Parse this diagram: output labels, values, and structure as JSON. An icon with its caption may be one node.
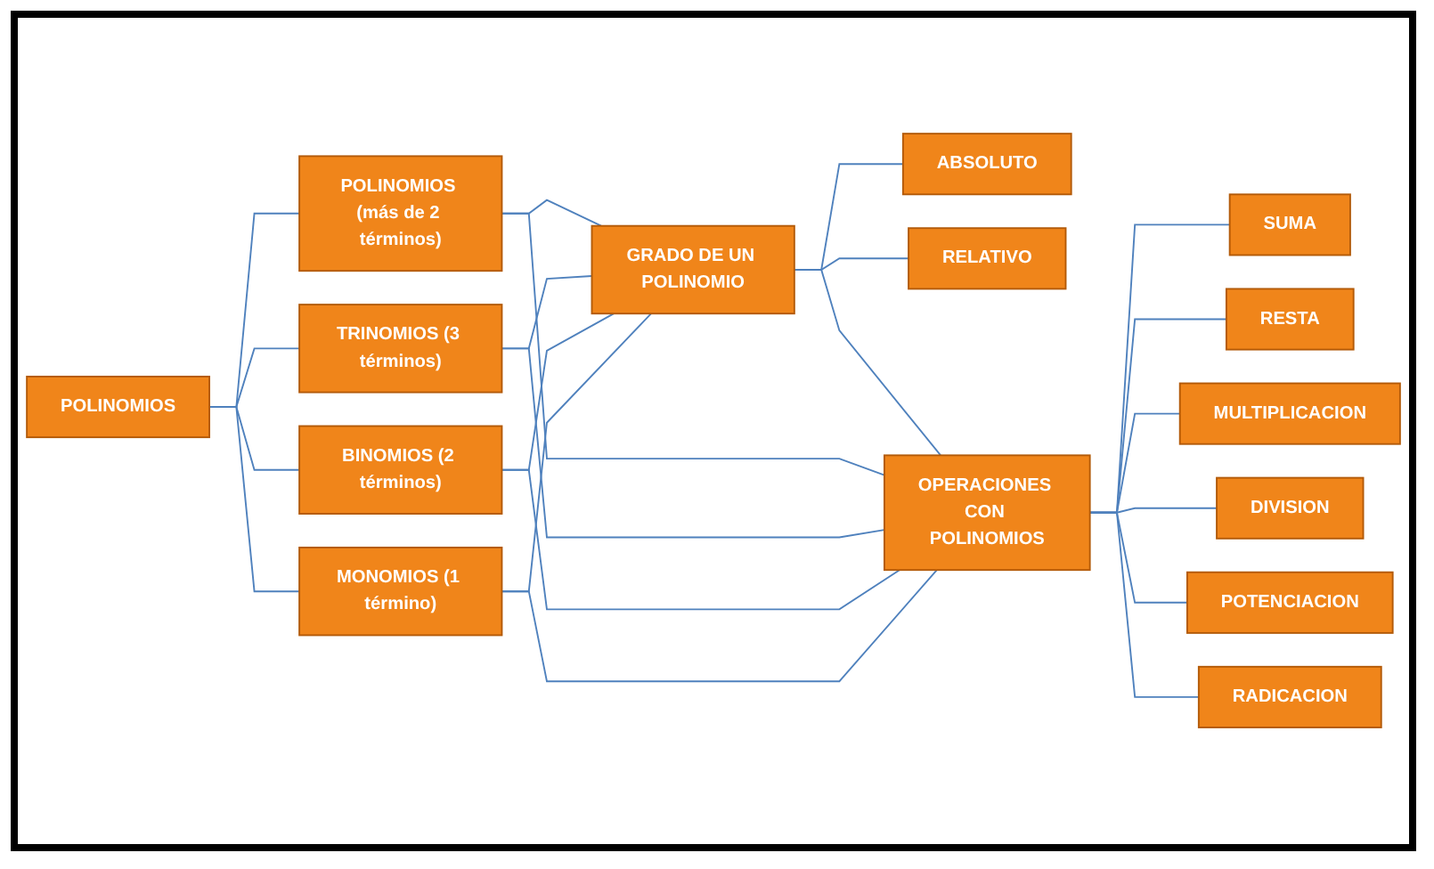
{
  "diagram": {
    "nodes": [
      {
        "text": [
          "POLINOMIOS"
        ]
      },
      {
        "text": [
          "MONOMIOS (1 término)"
        ]
      },
      {
        "text": [
          "BINOMIOS (2 términos)"
        ]
      },
      {
        "text": [
          "TRINOMIOS (3 términos)"
        ]
      },
      {
        "text": [
          "POLINOMIOS (más de 2 términos)"
        ]
      },
      {
        "text": [
          "GRADO DE UN POLINOMIO"
        ]
      },
      {
        "text": [
          "ABSOLUTO"
        ]
      },
      {
        "text": [
          "RELATIVO"
        ]
      },
      {
        "text": [
          "OPERACIONES CON POLINOMIOS"
        ]
      },
      {
        "text": [
          "SUMA"
        ]
      },
      {
        "text": [
          "RESTA"
        ]
      },
      {
        "text": [
          "MULTIPLICACION"
        ]
      },
      {
        "text": [
          "DIVISION"
        ]
      },
      {
        "text": [
          "POTENCIACION"
        ]
      },
      {
        "text": [
          "RADICACION"
        ]
      }
    ],
    "edges": [
      {
        "from": 0,
        "to": 1,
        "arrow": "none"
      },
      {
        "from": 0,
        "to": 2,
        "arrow": "none"
      },
      {
        "from": 0,
        "to": 3,
        "arrow": "none"
      },
      {
        "from": 0,
        "to": 4,
        "arrow": "none"
      },
      {
        "from": 1,
        "to": 5,
        "arrow": "none"
      },
      {
        "from": 2,
        "to": 5,
        "arrow": "none"
      },
      {
        "from": 3,
        "to": 5,
        "arrow": "none"
      },
      {
        "from": 4,
        "to": 5,
        "arrow": "none"
      },
      {
        "from": 1,
        "to": 8,
        "arrow": "none"
      },
      {
        "from": 2,
        "to": 8,
        "arrow": "none"
      },
      {
        "from": 3,
        "to": 8,
        "arrow": "none"
      },
      {
        "from": 4,
        "to": 8,
        "arrow": "none"
      },
      {
        "from": 5,
        "to": 8,
        "arrow": "none"
      },
      {
        "from": 5,
        "to": 6,
        "arrow": "none"
      },
      {
        "from": 5,
        "to": 7,
        "arrow": "none"
      },
      {
        "from": 8,
        "to": 9,
        "arrow": "none"
      },
      {
        "from": 8,
        "to": 10,
        "arrow": "none"
      },
      {
        "from": 8,
        "to": 11,
        "arrow": "none"
      },
      {
        "from": 8,
        "to": 12,
        "arrow": "none"
      },
      {
        "from": 8,
        "to": 13,
        "arrow": "none"
      },
      {
        "from": 8,
        "to": 14,
        "arrow": "none"
      }
    ]
  }
}
